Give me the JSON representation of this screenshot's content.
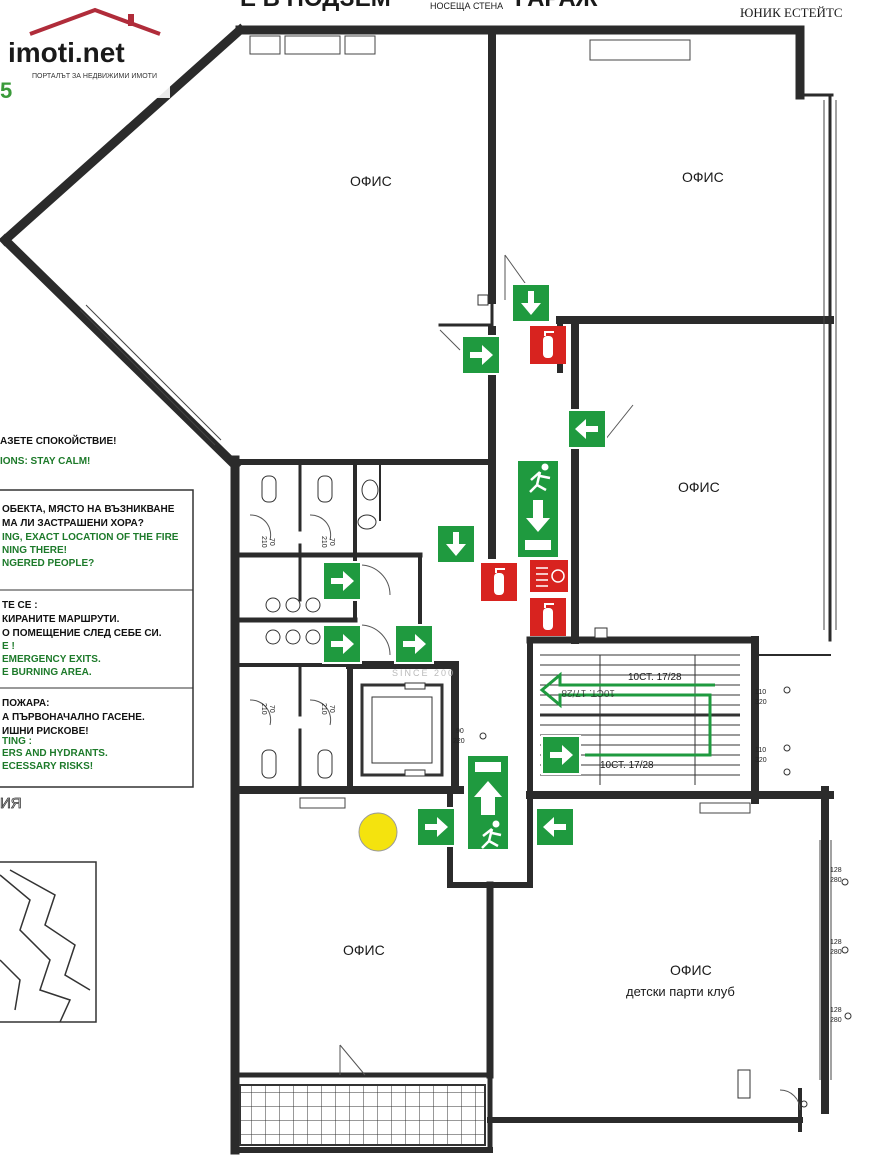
{
  "header": {
    "title_fragment": "Е В ПОДЗЕМ",
    "title_fragment_right": "ГАРАЖ",
    "small_caption": "НОСЕЩА СТЕНА",
    "agency": "ЮНИК ЕСТЕЙТС"
  },
  "logo": {
    "brand": "imoti.net",
    "tagline": "ПОРТАЛЪТ ЗА НЕДВИЖИМИ ИМОТИ",
    "digit": "5"
  },
  "rooms": {
    "office_nw": "ОФИС",
    "office_ne": "ОФИС",
    "office_e": "ОФИС",
    "office_sw": "ОФИС",
    "office_se": "ОФИС",
    "office_se_sub": "детски парти клуб"
  },
  "instructions": {
    "heading_bg": "АЗЕТЕ СПОКОЙСТВИЕ!",
    "heading_en": "IONS: STAY CALM!",
    "block1_bg1": "ОБЕКТА, МЯСТО НА ВЪЗНИКВАНЕ",
    "block1_bg2": "МА ЛИ ЗАСТРАШЕНИ ХОРА?",
    "block1_en1": "ING, EXACT LOCATION OF THE FIRE",
    "block1_en2": "NING THERE!",
    "block1_en3": "NGERED PEOPLE?",
    "block2_bg0": "ТЕ СЕ :",
    "block2_bg1": "КИРАНИТЕ МАРШРУТИ.",
    "block2_bg2": "О ПОМЕЩЕНИЕ СЛЕД СЕБЕ СИ.",
    "block2_en0": "E !",
    "block2_en1": "EMERGENCY EXITS.",
    "block2_en2": "E BURNING AREA.",
    "block3_bg0": "ПОЖАРА:",
    "block3_bg1": "А ПЪРВОНАЧАЛНО ГАСЕНЕ.",
    "block3_bg2": "ИШНИ РИСКОВЕ!",
    "block3_en0": "TING :",
    "block3_en1": "ERS AND HYDRANTS.",
    "block3_en2": "ECESSARY RISKS!",
    "legend_fragment": "ИЯ"
  },
  "stairs": {
    "top": "10СТ. 17/28",
    "top_mirror": "10СТ. 17/28",
    "bottom": "10СТ. 17/28"
  },
  "doors": {
    "wc1": [
      "70",
      "210"
    ],
    "wc2": [
      "70",
      "210"
    ],
    "wc3": [
      "70",
      "210"
    ],
    "wc4": [
      "70",
      "210"
    ],
    "corridor": [
      "90",
      "220"
    ],
    "stair1": [
      "110",
      "320"
    ],
    "stair2": [
      "110",
      "320"
    ],
    "win1": [
      "128",
      "280"
    ],
    "win2": [
      "128",
      "280"
    ],
    "win3": [
      "128",
      "280"
    ]
  },
  "watermark": "SINCE 200",
  "colors": {
    "wall": "#2b2b2b",
    "exit_green": "#1f9a3f",
    "fire_red": "#d8231f",
    "marker_yellow": "#f4e30e",
    "logo_red": "#b02c3a",
    "note_green": "#1d7a2a"
  }
}
